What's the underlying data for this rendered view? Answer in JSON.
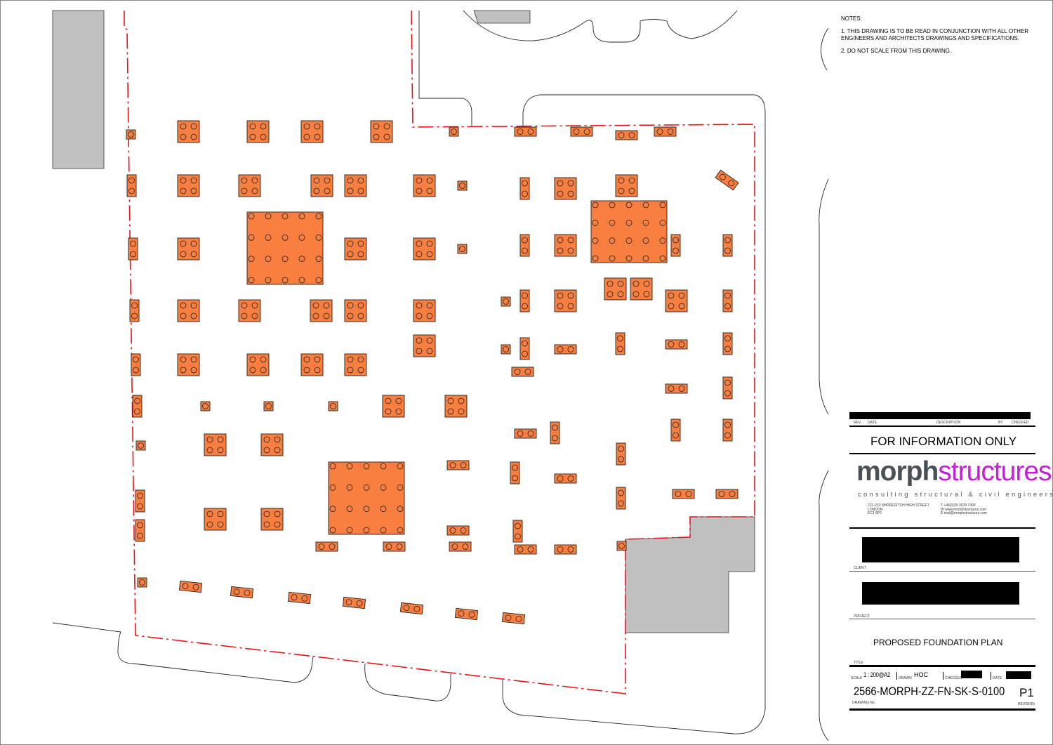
{
  "notes": {
    "heading": "NOTES:",
    "items": [
      "1. THIS DRAWING IS TO BE READ IN CONJUNCTION WITH ALL OTHER ENGINEERS AND ARCHITECTS DRAWINGS AND SPECIFICATIONS.",
      "2. DO NOT SCALE FROM THIS DRAWING."
    ]
  },
  "revision_table": {
    "columns": [
      "REV",
      "DATE",
      "DESCRIPTION",
      "BY",
      "CHECKED"
    ]
  },
  "status": "FOR INFORMATION ONLY",
  "company": {
    "logo_part1": "morph",
    "logo_part2": "structures",
    "tagline": "consulting structural & civil engineers",
    "address": [
      "221-222 SHOREDITCH HIGH STREET",
      "LONDON",
      "EC1 6PJ"
    ],
    "contact": [
      "T    +44(0)20 3978 7300",
      "W    www.morphstructures.com",
      "E    mail@morphstructures.com"
    ]
  },
  "labels": {
    "client": "CLIENT",
    "project": "PROJECT",
    "title": "TITLE",
    "scale": "SCALE",
    "drawn": "DRAWN",
    "checked": "CHECKED",
    "date": "DATE",
    "drawing_no": "DRAWING No.",
    "revision": "REVISION"
  },
  "drawing": {
    "title": "PROPOSED FOUNDATION PLAN",
    "scale": "1 : 200@A2",
    "drawn": "HOC",
    "number": "2566-MORPH-ZZ-FN-SK-S-0100",
    "revision": "P1"
  },
  "colors": {
    "pile_cap": "#f87f40",
    "boundary": "#e8141a",
    "building": "#c0c0c0",
    "logo_dark": "#4a5156",
    "logo_accent": "#c21fd6"
  }
}
